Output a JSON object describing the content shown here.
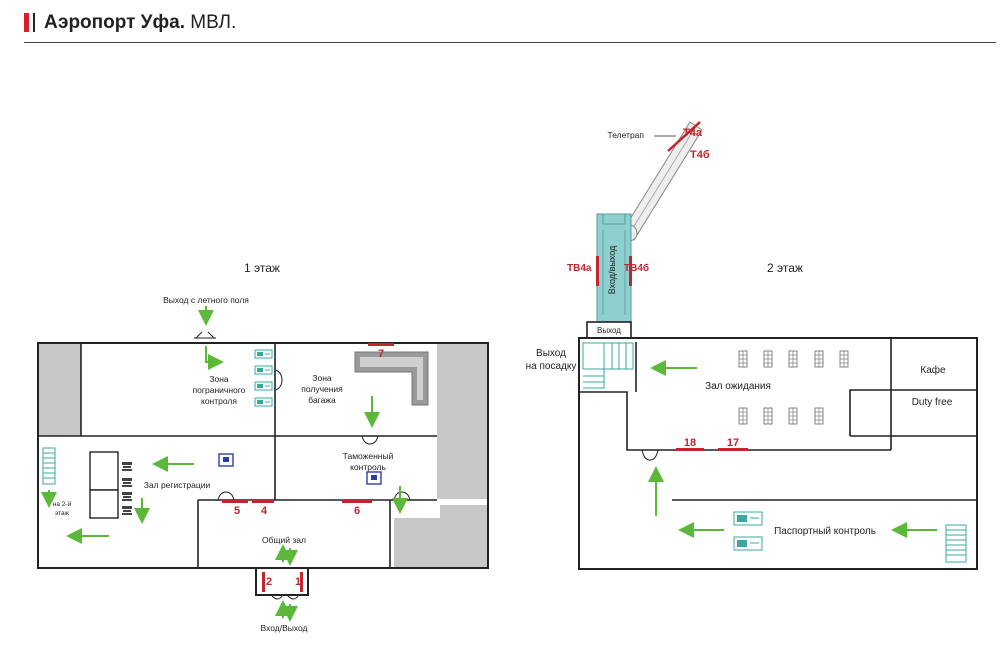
{
  "header": {
    "title_bold": "Аэропорт Уфа.",
    "title_rest": "МВЛ."
  },
  "floor1": {
    "title": "1 этаж",
    "exit_airfield": "Выход с летного поля",
    "zone_border_1": "Зона",
    "zone_border_2": "пограничного",
    "zone_border_3": "контроля",
    "zone_baggage_1": "Зона",
    "zone_baggage_2": "получения",
    "zone_baggage_3": "багажа",
    "customs_1": "Таможенный",
    "customs_2": "контроль",
    "checkin_hall": "Зал регистрации",
    "second_floor_1": "на 2-й",
    "second_floor_2": "этаж",
    "common_hall": "Общий зал",
    "entrance": "Вход/Выход",
    "gates": {
      "g1": "1",
      "g2": "2",
      "g4": "4",
      "g5": "5",
      "g6": "6",
      "g7": "7"
    }
  },
  "floor2": {
    "title": "2 этаж",
    "teletrap": "Телетрап",
    "t4a": "Т4а",
    "t4b": "Т4б",
    "tv4a": "ТВ4а",
    "tv4b": "ТВ4б",
    "in_out_vertical": "Вход/выход",
    "exit_small": "Выход",
    "boarding_1": "Выход",
    "boarding_2": "на посадку",
    "waiting_hall": "Зал ожидания",
    "cafe": "Кафе",
    "duty_free": "Duty free",
    "passport": "Паспортный контроль",
    "gates": {
      "g17": "17",
      "g18": "18"
    }
  },
  "colors": {
    "accent_red": "#c0272d",
    "arrow_green": "#5cb838",
    "wall_gray": "#c8c8c8",
    "jetbridge_teal": "#8ecfcf",
    "booth_teal": "#3aa8a0",
    "kiosk_blue": "#2e3fa3"
  },
  "icons": [
    "door-icon",
    "arrow-icon",
    "seat-row-icon",
    "passport-booth-icon",
    "stairs-icon",
    "security-scanner-icon",
    "checkin-kiosk-icon"
  ]
}
